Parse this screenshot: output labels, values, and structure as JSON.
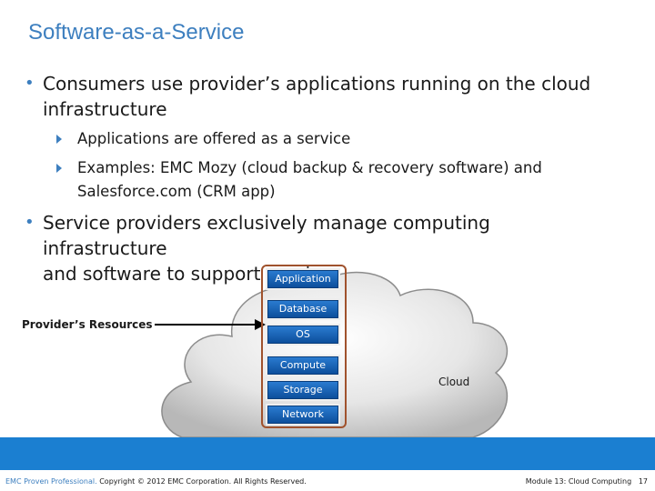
{
  "title": "Software-as-a-Service",
  "bullets": [
    {
      "text_line1": "Consumers use provider’s applications running on the cloud",
      "text_line2": "infrastructure",
      "sub": [
        {
          "text_line1": "Applications are offered as a service"
        },
        {
          "text_line1": "Examples: EMC Mozy (cloud backup & recovery software) and",
          "text_line2": "Salesforce.com (CRM app)"
        }
      ]
    },
    {
      "text_line1": "Service providers exclusively manage computing infrastructure",
      "text_line2": "and software to support services"
    }
  ],
  "diagram": {
    "layers": [
      "Application",
      "Database",
      "OS",
      "Compute",
      "Storage",
      "Network"
    ],
    "provider_label": "Provider’s Resources",
    "cloud_label": "Cloud"
  },
  "footer": {
    "brand": "EMC Proven Professional.",
    "copyright": " Copyright © 2012 EMC Corporation. All Rights Reserved.",
    "module": "Module 13: Cloud Computing",
    "page": "17"
  },
  "colors": {
    "accent": "#3d7fbf",
    "band": "#1b7fd1",
    "frame": "#a0522d"
  }
}
